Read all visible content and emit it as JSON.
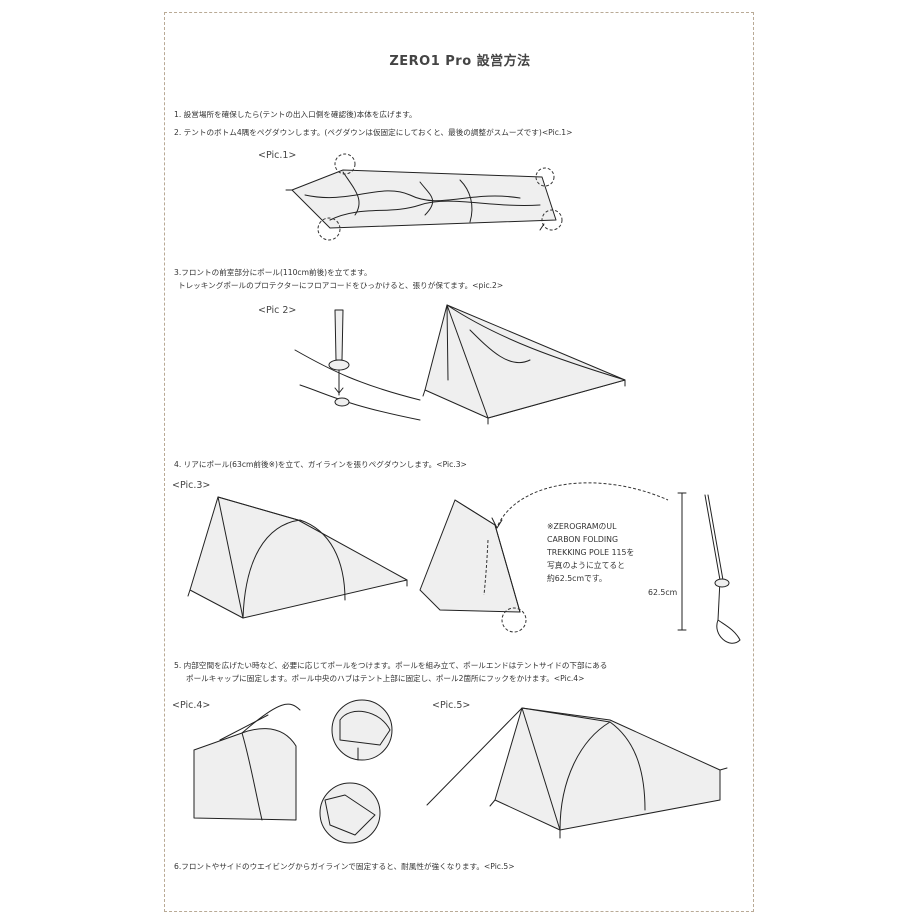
{
  "title": "ZERO1 Pro 設営方法",
  "steps": {
    "s1": "1. 設営場所を確保したら(テントの出入口側を確認後)本体を広げます。",
    "s2": "2. テントのボトム4隅をペグダウンします。(ペグダウンは仮固定にしておくと、最後の調整がスムーズです)<Pic.1>",
    "s3_line1": "3.フロントの前室部分にポール(110cm前後)を立てます。",
    "s3_line2": "トレッキングポールのプロテクターにフロアコードをひっかけると、張りが保てます。<pic.2>",
    "s4": "4. リアにポール(63cm前後※)を立て、ガイラインを張りペグダウンします。<Pic.3>",
    "s5_line1": "5. 内部空間を広げたい時など、必要に応じてポールをつけます。ポールを組み立て、ポールエンドはテントサイドの下部にある",
    "s5_line2": "ポールキャップに固定します。ポール中央のハブはテント上部に固定し、ポール2箇所にフックをかけます。<Pic.4>",
    "s6": "6.フロントやサイドのウエイビングからガイラインで固定すると、耐風性が強くなります。<Pic.5>"
  },
  "pics": {
    "pic1": "<Pic.1>",
    "pic2": "<Pic 2>",
    "pic3": "<Pic.3>",
    "pic4": "<Pic.4>",
    "pic5": "<Pic.5>"
  },
  "note": {
    "line1": "※ZEROGRAMのUL",
    "line2": "CARBON FOLDING",
    "line3": "TREKKING POLE 115を",
    "line4": "写真のように立てると",
    "line5": "約62.5cmです。"
  },
  "dimension": "62.5cm",
  "colors": {
    "frame": "#b9aa96",
    "tent_fill": "#efefef",
    "ink": "#222222"
  }
}
